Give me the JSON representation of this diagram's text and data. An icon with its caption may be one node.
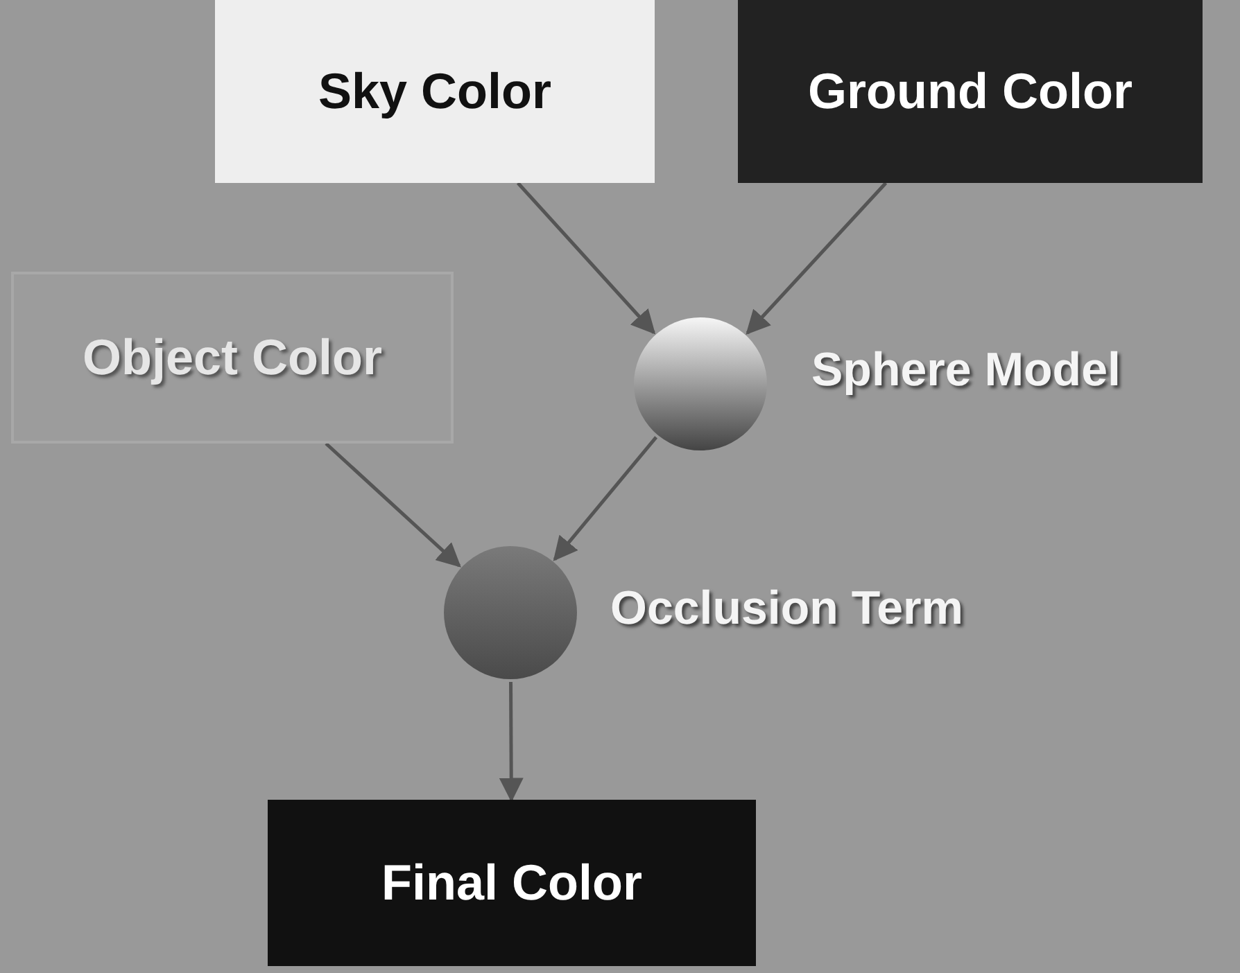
{
  "diagram": {
    "nodes": [
      {
        "text": [
          "Sky Color"
        ]
      },
      {
        "text": [
          "Ground Color"
        ]
      },
      {
        "text": [
          "Object Color"
        ]
      },
      {
        "text": [],
        "shape": "circle",
        "beside": [
          "Sphere Model"
        ]
      },
      {
        "text": [],
        "shape": "circle",
        "beside": [
          "Occlusion Term"
        ]
      },
      {
        "text": [
          "Final Color"
        ]
      }
    ],
    "edges": [
      {
        "from": 0,
        "to": 3,
        "arrow": "to"
      },
      {
        "from": 1,
        "to": 3,
        "arrow": "to"
      },
      {
        "from": 2,
        "to": 4,
        "arrow": "to"
      },
      {
        "from": 3,
        "to": 4,
        "arrow": "to"
      },
      {
        "from": 4,
        "to": 5,
        "arrow": "to"
      }
    ]
  }
}
